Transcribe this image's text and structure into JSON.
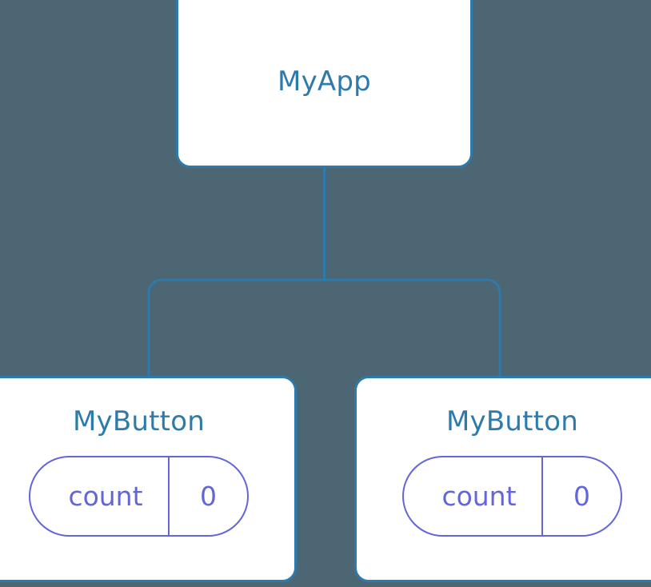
{
  "diagram": {
    "type": "component-tree",
    "background_color": "#4c6773",
    "node_border_color": "#2d7aad",
    "node_fill_color": "#ffffff",
    "node_title_color": "#2d7aad",
    "state_pill_color": "#6366d8",
    "connector_color": "#2d7aad",
    "root": {
      "title": "MyApp"
    },
    "children": [
      {
        "title": "MyButton",
        "state": {
          "key": "count",
          "value": "0"
        }
      },
      {
        "title": "MyButton",
        "state": {
          "key": "count",
          "value": "0"
        }
      }
    ]
  }
}
